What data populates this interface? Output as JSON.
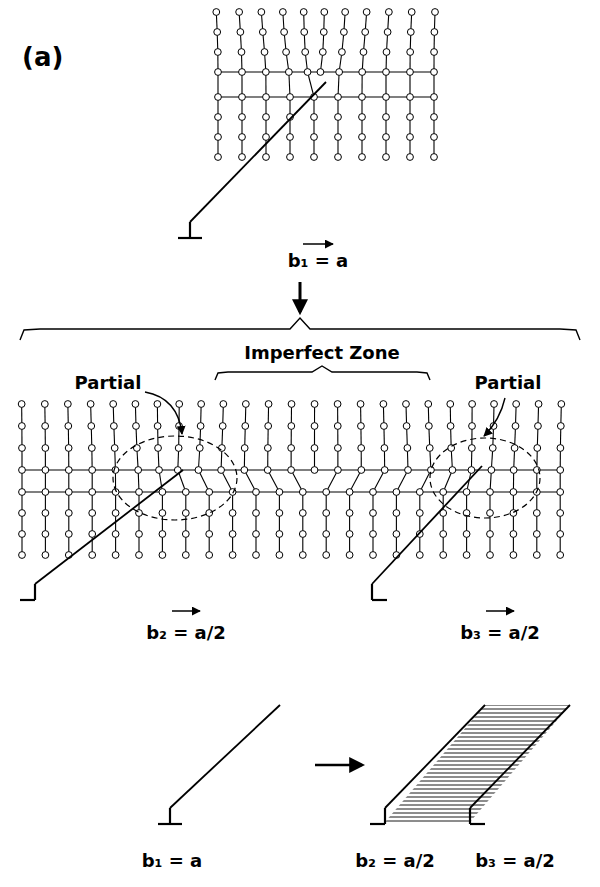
{
  "diagram": {
    "labels": [
      "(a)",
      "b₁ = a",
      "Imperfect Zone",
      "Partial",
      "Partial",
      "b₂ = a/2",
      "b₃ = a/2",
      "b₁ = a",
      "b₂ = a/2",
      "b₃ = a/2"
    ]
  }
}
